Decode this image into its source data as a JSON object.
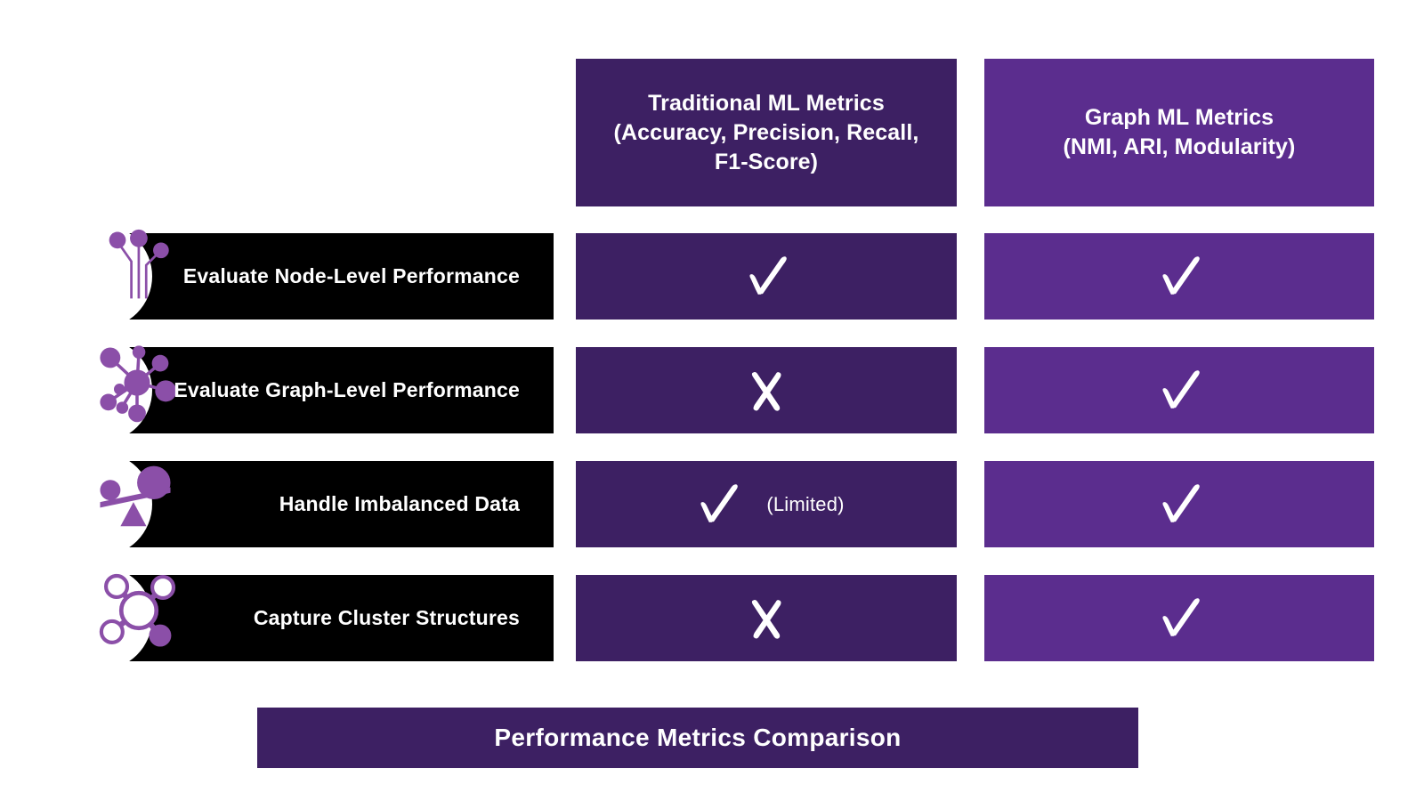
{
  "colors": {
    "dark_purple": "#3D2063",
    "bright_purple": "#5B2D8E",
    "icon_purple": "#8B4FA8",
    "bar_black": "#000000",
    "text_white": "#FFFFFF",
    "page_background": "#FFFFFF"
  },
  "columns": [
    {
      "id": "traditional",
      "title": "Traditional ML Metrics",
      "subtitle": "(Accuracy, Precision, Recall,",
      "subtitle2": "F1-Score)",
      "full_label": "Traditional ML Metrics (Accuracy, Precision, Recall, F1-Score)"
    },
    {
      "id": "graph",
      "title": "Graph ML Metrics",
      "subtitle": "(NMI, ARI, Modularity)",
      "full_label": "Graph ML Metrics (NMI, ARI, Modularity)"
    }
  ],
  "rows": [
    {
      "label": "Evaluate Node-Level Performance",
      "icon": "neural-nodes-icon",
      "traditional": {
        "mark": "check",
        "note": ""
      },
      "graph": {
        "mark": "check",
        "note": ""
      }
    },
    {
      "label": "Evaluate Graph-Level Performance",
      "icon": "network-graph-icon",
      "traditional": {
        "mark": "cross",
        "note": ""
      },
      "graph": {
        "mark": "check",
        "note": ""
      }
    },
    {
      "label": "Handle Imbalanced Data",
      "icon": "unbalanced-scale-icon",
      "traditional": {
        "mark": "check",
        "note": "(Limited)"
      },
      "graph": {
        "mark": "check",
        "note": ""
      }
    },
    {
      "label": "Capture Cluster Structures",
      "icon": "molecule-cluster-icon",
      "traditional": {
        "mark": "cross",
        "note": ""
      },
      "graph": {
        "mark": "check",
        "note": ""
      }
    }
  ],
  "banner": {
    "title": "Performance Metrics Comparison"
  }
}
